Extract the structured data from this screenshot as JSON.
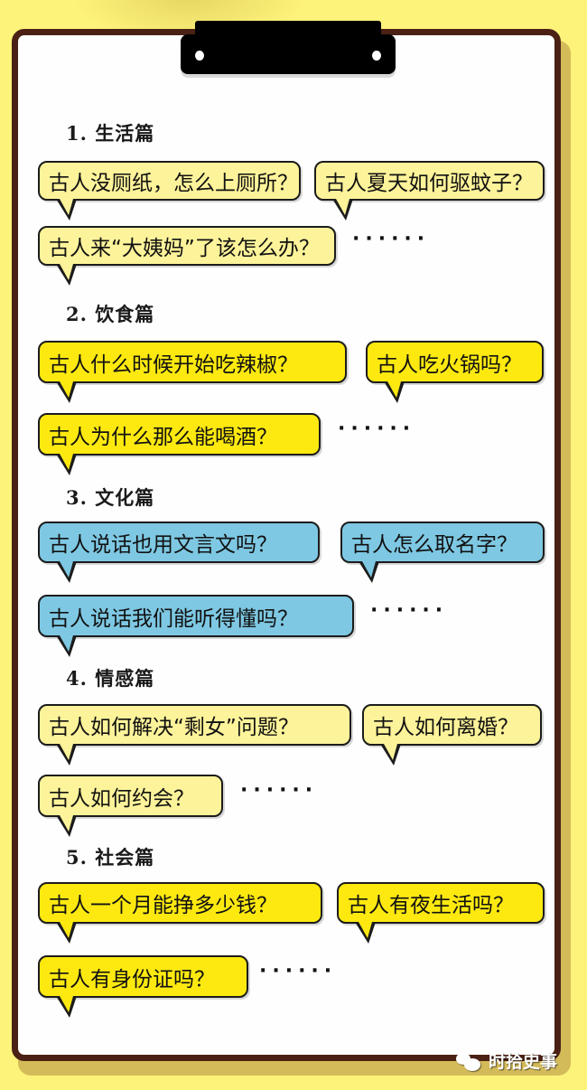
{
  "colors": {
    "background": "#fdf27a",
    "board_border": "#4a2114",
    "board_shadow": "#d4bb5a",
    "pale_yellow": "#fdf39a",
    "bright_yellow": "#fde910",
    "blue": "#7ec8e3"
  },
  "sections": [
    {
      "title": "1. 生活篇",
      "color": "pale_yellow",
      "questions": [
        "古人没厕纸，怎么上厕所？",
        "古人夏天如何驱蚊子？",
        "古人来“大姨妈”了该怎么办？"
      ],
      "more": "······"
    },
    {
      "title": "2. 饮食篇",
      "color": "bright_yellow",
      "questions": [
        "古人什么时候开始吃辣椒？",
        "古人吃火锅吗？",
        "古人为什么那么能喝酒？"
      ],
      "more": "······"
    },
    {
      "title": "3. 文化篇",
      "color": "blue",
      "questions": [
        "古人说话也用文言文吗？",
        "古人怎么取名字？",
        "古人说话我们能听得懂吗？"
      ],
      "more": "······"
    },
    {
      "title": "4. 情感篇",
      "color": "pale_yellow",
      "questions": [
        "古人如何解决“剩女”问题？",
        "古人如何离婚？",
        "古人如何约会？"
      ],
      "more": "······"
    },
    {
      "title": "5. 社会篇",
      "color": "bright_yellow",
      "questions": [
        "古人一个月能挣多少钱？",
        "古人有夜生活吗？",
        "古人有身份证吗？"
      ],
      "more": "······"
    }
  ],
  "watermark": {
    "icon": "wechat-icon",
    "text": "时拾史事"
  }
}
